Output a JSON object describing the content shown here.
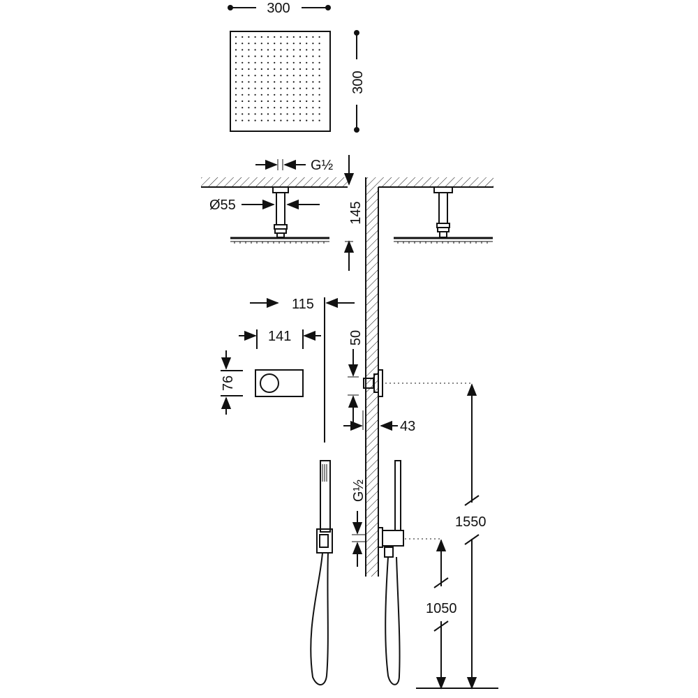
{
  "shower_head": {
    "width_label": "300",
    "depth_label": "300"
  },
  "ceiling_mount": {
    "thread_label": "G½",
    "arm_diameter_label": "Ø55",
    "drop_label": "145"
  },
  "control_unit": {
    "projection_label": "115",
    "plate_width_label": "141",
    "plate_height_label": "76",
    "offset_label": "50",
    "plate_depth_label": "43"
  },
  "hand_shower": {
    "outlet_thread_label": "G½",
    "control_height_label": "1550",
    "outlet_height_label": "1050"
  },
  "colors": {
    "line": "#111111",
    "background": "#ffffff"
  }
}
